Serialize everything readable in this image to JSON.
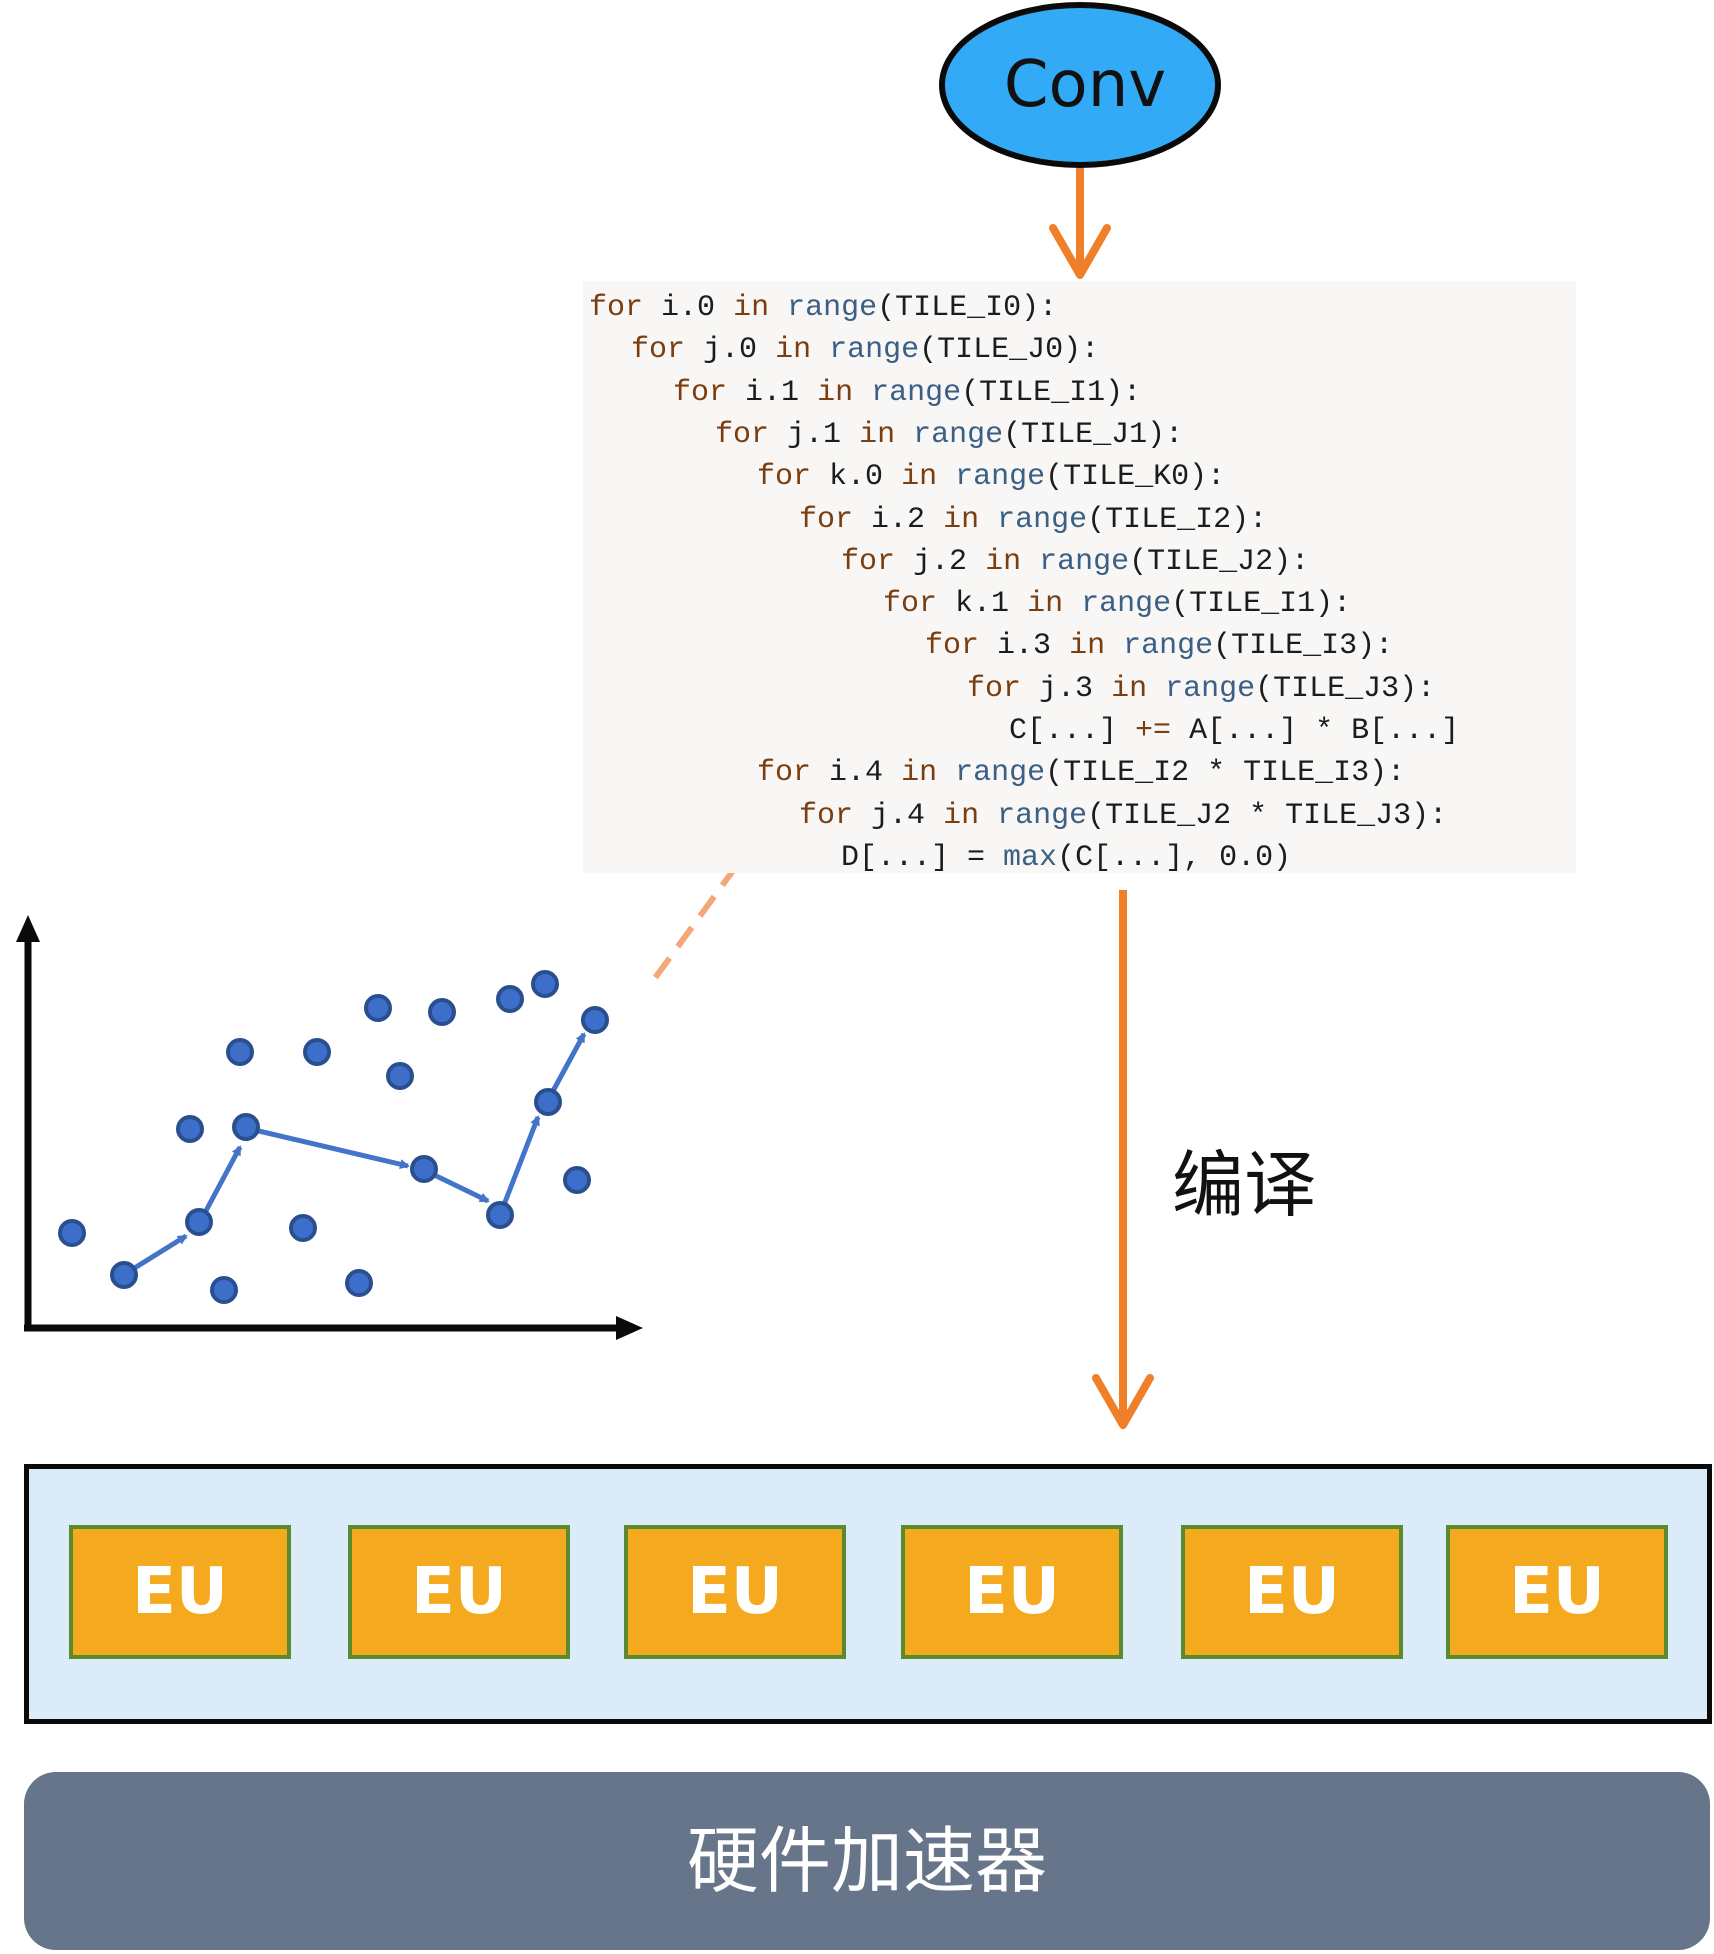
{
  "conv_node": {
    "label": "Conv",
    "fill": "#33aaf5",
    "stroke": "#0a0a0a"
  },
  "arrow_color": "#f07f2a",
  "code": {
    "background": "#f8f7f5",
    "lines": [
      {
        "indent": 0,
        "parts": [
          [
            "kw",
            "for"
          ],
          [
            "",
            "i.0"
          ],
          [
            "kw",
            "in"
          ],
          [
            "fn",
            "range"
          ],
          [
            "",
            "(TILE_I0):"
          ]
        ]
      },
      {
        "indent": 1,
        "parts": [
          [
            "kw",
            "for"
          ],
          [
            "",
            "j.0"
          ],
          [
            "kw",
            "in"
          ],
          [
            "fn",
            "range"
          ],
          [
            "",
            "(TILE_J0):"
          ]
        ]
      },
      {
        "indent": 2,
        "parts": [
          [
            "kw",
            "for"
          ],
          [
            "",
            "i.1"
          ],
          [
            "kw",
            "in"
          ],
          [
            "fn",
            "range"
          ],
          [
            "",
            "(TILE_I1):"
          ]
        ]
      },
      {
        "indent": 3,
        "parts": [
          [
            "kw",
            "for"
          ],
          [
            "",
            "j.1"
          ],
          [
            "kw",
            "in"
          ],
          [
            "fn",
            "range"
          ],
          [
            "",
            "(TILE_J1):"
          ]
        ]
      },
      {
        "indent": 4,
        "parts": [
          [
            "kw",
            "for"
          ],
          [
            "",
            "k.0"
          ],
          [
            "kw",
            "in"
          ],
          [
            "fn",
            "range"
          ],
          [
            "",
            "(TILE_K0):"
          ]
        ]
      },
      {
        "indent": 5,
        "parts": [
          [
            "kw",
            "for"
          ],
          [
            "",
            "i.2"
          ],
          [
            "kw",
            "in"
          ],
          [
            "fn",
            "range"
          ],
          [
            "",
            "(TILE_I2):"
          ]
        ]
      },
      {
        "indent": 6,
        "parts": [
          [
            "kw",
            "for"
          ],
          [
            "",
            "j.2"
          ],
          [
            "kw",
            "in"
          ],
          [
            "fn",
            "range"
          ],
          [
            "",
            "(TILE_J2):"
          ]
        ]
      },
      {
        "indent": 7,
        "parts": [
          [
            "kw",
            "for"
          ],
          [
            "",
            "k.1"
          ],
          [
            "kw",
            "in"
          ],
          [
            "fn",
            "range"
          ],
          [
            "",
            "(TILE_I1):"
          ]
        ]
      },
      {
        "indent": 8,
        "parts": [
          [
            "kw",
            "for"
          ],
          [
            "",
            "i.3"
          ],
          [
            "kw",
            "in"
          ],
          [
            "fn",
            "range"
          ],
          [
            "",
            "(TILE_I3):"
          ]
        ]
      },
      {
        "indent": 9,
        "parts": [
          [
            "kw",
            "for"
          ],
          [
            "",
            "j.3"
          ],
          [
            "kw",
            "in"
          ],
          [
            "fn",
            "range"
          ],
          [
            "",
            "(TILE_J3):"
          ]
        ]
      },
      {
        "indent": 10,
        "parts": [
          [
            "",
            "C[...]"
          ],
          [
            "op",
            "+="
          ],
          [
            "",
            "A[...] * B[...]"
          ]
        ]
      },
      {
        "indent": 4,
        "parts": [
          [
            "kw",
            "for"
          ],
          [
            "",
            "i.4"
          ],
          [
            "kw",
            "in"
          ],
          [
            "fn",
            "range"
          ],
          [
            "",
            "(TILE_I2 * TILE_I3):"
          ]
        ]
      },
      {
        "indent": 5,
        "parts": [
          [
            "kw",
            "for"
          ],
          [
            "",
            "j.4"
          ],
          [
            "kw",
            "in"
          ],
          [
            "fn",
            "range"
          ],
          [
            "",
            "(TILE_J2 * TILE_J3):"
          ]
        ]
      },
      {
        "indent": 6,
        "parts": [
          [
            "",
            "D[...] ="
          ],
          [
            "fn",
            "max"
          ],
          [
            "",
            "(C[...], 0.0)"
          ]
        ]
      }
    ]
  },
  "compile_label": "编译",
  "search_plot": {
    "point_color": "#3d6ec9",
    "point_stroke": "#2a4f8f",
    "path_color": "#4474c9",
    "axis_color": "#0a0a0a",
    "dashed_link_color": "#f4a877"
  },
  "eu_panel": {
    "background": "#dbecf8",
    "units": [
      "EU",
      "EU",
      "EU",
      "EU",
      "EU",
      "EU"
    ],
    "unit_fill": "#f5a91e",
    "unit_border": "#5a8a30"
  },
  "accelerator": {
    "label": "硬件加速器",
    "fill": "#667589"
  }
}
